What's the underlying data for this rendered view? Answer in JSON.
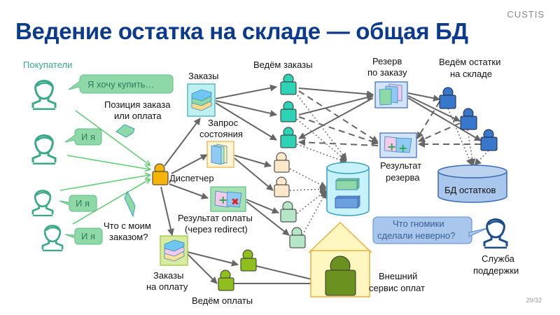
{
  "slide": {
    "title": "Ведение остатка на складе — общая БД",
    "logo": "CUSTIS",
    "page_number": "29/32"
  },
  "customers": {
    "label": "Покупатели",
    "bubbles": [
      "Я хочу купить…",
      "И я",
      "И я",
      "И я"
    ]
  },
  "messages": {
    "order_item": [
      "Позиция заказа",
      "или оплата"
    ],
    "status_question": [
      "Что с моим",
      "заказом?"
    ]
  },
  "dispatcher": {
    "label": "Диспетчер"
  },
  "queues": {
    "orders": [
      "Заказы"
    ],
    "status_request": [
      "Запрос",
      "состояния"
    ],
    "payment_result": [
      "Результат оплаты",
      "(через redirect)"
    ],
    "orders_for_payment": [
      "Заказы",
      "на оплату"
    ],
    "reserve_by_order": [
      "Резерв",
      "по заказу"
    ],
    "reserve_result": [
      "Результат",
      "резерва"
    ]
  },
  "workers": {
    "orders": [
      "Ведём заказы"
    ],
    "payments": [
      "Ведём оплаты"
    ],
    "stock": [
      "Ведём остатки",
      "на складе"
    ]
  },
  "databases": {
    "stock_db": "БД остатков"
  },
  "external": {
    "payment_service": [
      "Внешний",
      "сервис оплат"
    ]
  },
  "support": {
    "bubble": [
      "Что гномики",
      "сделали неверно?"
    ],
    "label": [
      "Служба",
      "поддержки"
    ]
  },
  "colors": {
    "title": "#0c3a8c",
    "customer": "#3aa98a",
    "bubble_fill": "#8fd9a8",
    "arrow": "#666666",
    "order_worker": "#2ed3b5",
    "status_worker": "#fbe7c9",
    "payment_result_worker": "#b5e6c8",
    "payment_worker": "#8fbf1f",
    "stock_worker": "#3777cc",
    "dispatcher": "#f5b40a",
    "support": "#1c4c8c"
  }
}
